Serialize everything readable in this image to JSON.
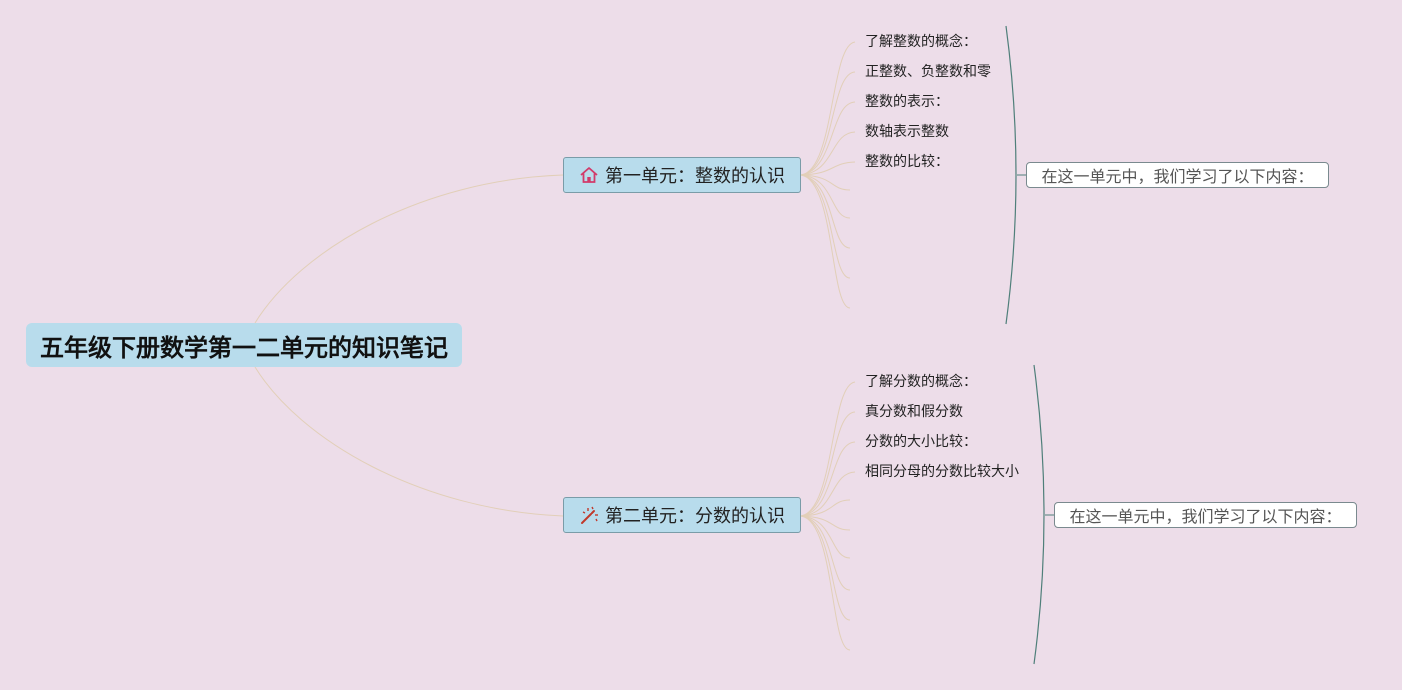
{
  "root": {
    "title": "五年级下册数学第一二单元的知识笔记"
  },
  "branches": [
    {
      "label": "第一单元：整数的认识",
      "icon": "house-icon",
      "items": [
        "了解整数的概念：",
        "正整数、负整数和零",
        "整数的表示：",
        "数轴表示整数",
        "整数的比较："
      ],
      "summary": "在这一单元中，我们学习了以下内容："
    },
    {
      "label": "第二单元：分数的认识",
      "icon": "magic-wand-icon",
      "items": [
        "了解分数的概念：",
        "真分数和假分数",
        "分数的大小比较：",
        "相同分母的分数比较大小"
      ],
      "summary": "在这一单元中，我们学习了以下内容："
    }
  ],
  "colors": {
    "background": "#eddde9",
    "node_fill": "#b8dcec",
    "link": "#e2cfb8",
    "bracket": "#4f7f7a"
  }
}
